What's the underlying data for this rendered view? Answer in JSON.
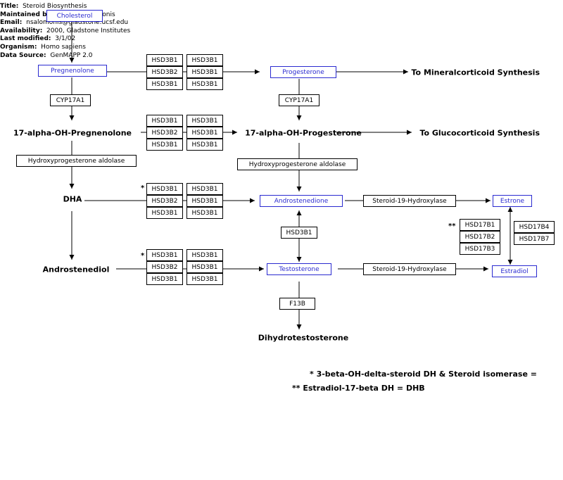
{
  "header": {
    "title_label": "Title:",
    "title": "Steroid Biosynthesis",
    "maintained_label": "Maintained by:",
    "maintained": "Nathan Salomonis",
    "email_label": "Email:",
    "email": "nsalomonis@gladstone.ucsf.edu",
    "availability_label": "Availability:",
    "availability": "2000, Gladstone Institutes",
    "modified_label": "Last modified:",
    "modified": "3/1/02",
    "organism_label": "Organism:",
    "organism": "Homo sapiens",
    "source_label": "Data Source:",
    "source": "GenMAPP 2.0"
  },
  "metabolites": {
    "cholesterol": "Cholesterol",
    "pregnenolone": "Pregnenolone",
    "progesterone": "Progesterone",
    "androstenedione": "Androstenedione",
    "testosterone": "Testosterone",
    "estrone": "Estrone",
    "estradiol": "Estradiol"
  },
  "labels": {
    "mineralocorticoid": "To Mineralcorticoid Synthesis",
    "glucocorticoid": "To Glucocorticoid Synthesis",
    "oh_pregnenolone": "17-alpha-OH-Pregnenolone",
    "oh_progesterone": "17-alpha-OH-Progesterone",
    "dha": "DHA",
    "androstenediol": "Androstenediol",
    "dihydrotestosterone": "Dihydrotestosterone"
  },
  "genes": {
    "hsd3b1": "HSD3B1",
    "hsd3b2": "HSD3B2",
    "cyp17a1": "CYP17A1",
    "aldolase": "Hydroxyprogesterone aldolase",
    "steroid19": "Steroid-19-Hydroxylase",
    "hsd17b1": "HSD17B1",
    "hsd17b2": "HSD17B2",
    "hsd17b3": "HSD17B3",
    "hsd17b4": "HSD17B4",
    "hsd17b7": "HSD17B7",
    "f13b": "F13B"
  },
  "markers": {
    "single": "*",
    "double": "**"
  },
  "notes": {
    "note1": "* 3-beta-OH-delta-steroid DH & Steroid isomerase =",
    "note2": "** Estradiol-17-beta DH = DHB"
  }
}
